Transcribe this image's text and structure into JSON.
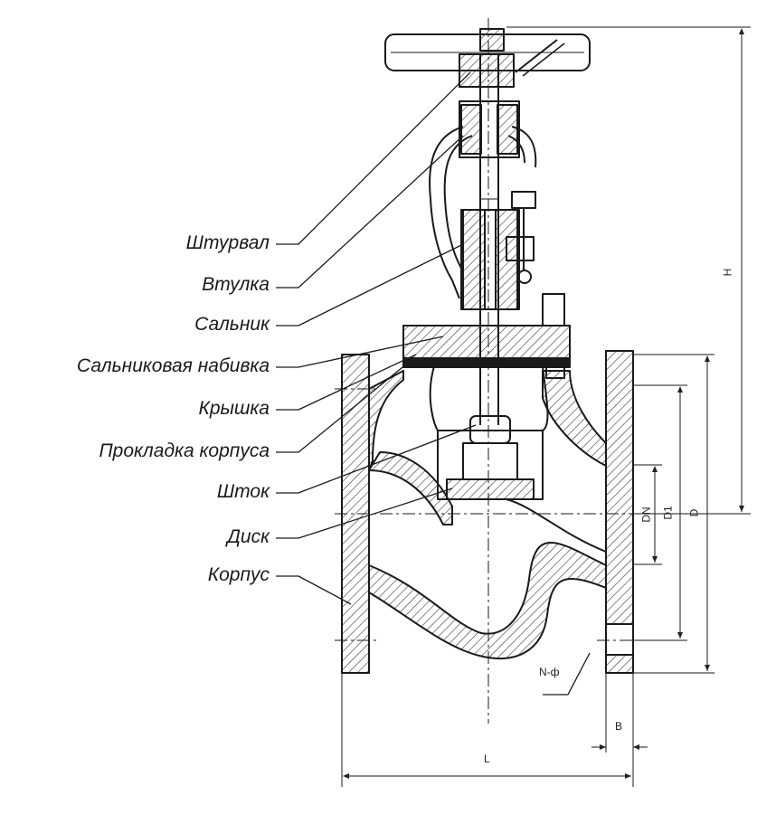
{
  "labels": [
    {
      "key": "handwheel",
      "text": "Штурвал"
    },
    {
      "key": "bushing",
      "text": "Втулка"
    },
    {
      "key": "gland",
      "text": "Сальник"
    },
    {
      "key": "packing",
      "text": "Сальниковая набивка"
    },
    {
      "key": "bonnet",
      "text": "Крышка"
    },
    {
      "key": "gasket",
      "text": "Прокладка корпуса"
    },
    {
      "key": "stem",
      "text": "Шток"
    },
    {
      "key": "disc",
      "text": "Диск"
    },
    {
      "key": "body",
      "text": "Корпус"
    }
  ],
  "dimensions": {
    "H": "H",
    "D": "D",
    "D1": "D1",
    "DN": "DN",
    "L": "L",
    "B": "B",
    "holes": "N-ф"
  },
  "colors": {
    "line": "#1a1a1a",
    "hatch": "#444444"
  }
}
